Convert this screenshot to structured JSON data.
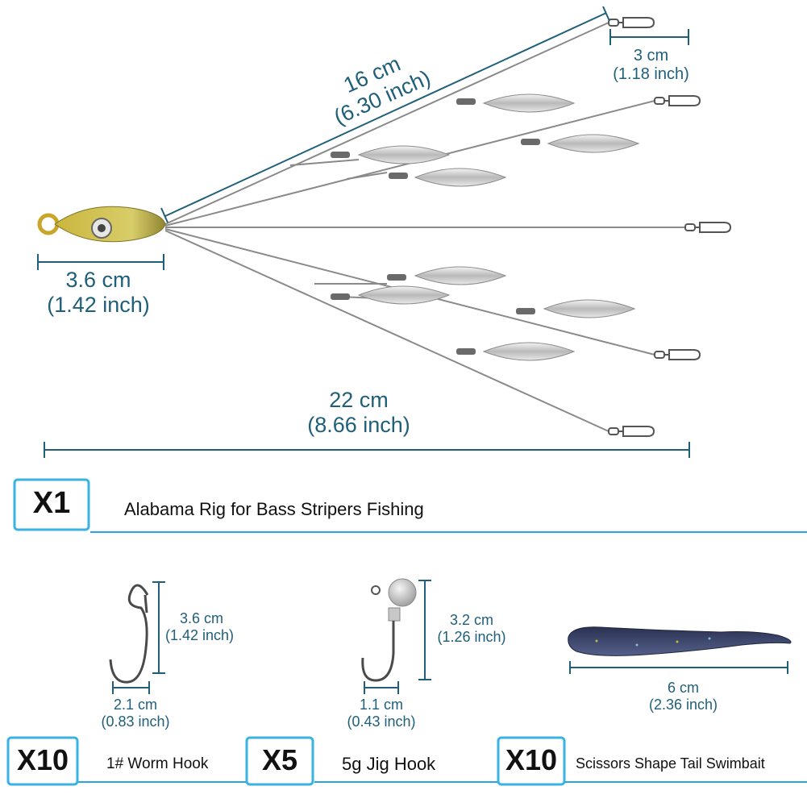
{
  "rig": {
    "arm_length": {
      "cm": "16 cm",
      "inch": "(6.30 inch)"
    },
    "snap_length": {
      "cm": "3 cm",
      "inch": "(1.18 inch)"
    },
    "head_length": {
      "cm": "3.6 cm",
      "inch": "(1.42 inch)"
    },
    "total_length": {
      "cm": "22 cm",
      "inch": "(8.66 inch)"
    }
  },
  "products": [
    {
      "qty": "X1",
      "name": "Alabama Rig for Bass Stripers Fishing"
    },
    {
      "qty": "X10",
      "name": "1# Worm Hook",
      "height": {
        "cm": "3.6 cm",
        "inch": "(1.42 inch)"
      },
      "width": {
        "cm": "2.1 cm",
        "inch": "(0.83 inch)"
      }
    },
    {
      "qty": "X5",
      "name": "5g Jig Hook",
      "height": {
        "cm": "3.2 cm",
        "inch": "(1.26 inch)"
      },
      "width": {
        "cm": "1.1 cm",
        "inch": "(0.43 inch)"
      }
    },
    {
      "qty": "X10",
      "name": "Scissors Shape Tail Swimbait",
      "length": {
        "cm": "6 cm",
        "inch": "(2.36 inch)"
      }
    }
  ],
  "colors": {
    "dimension": "#1f5f7a",
    "frame": "#38b3e3",
    "line": "#29a6d9"
  }
}
